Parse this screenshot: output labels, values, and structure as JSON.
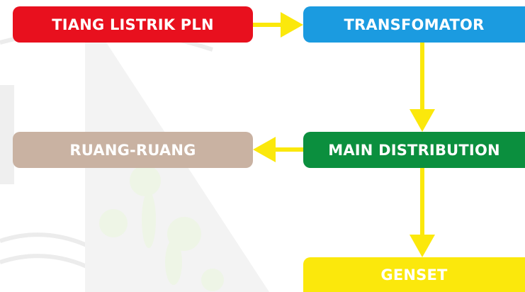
{
  "diagram": {
    "nodes": [
      {
        "id": "tiang",
        "label": "TIANG LISTRIK PLN",
        "color": "#e8101e"
      },
      {
        "id": "trafo",
        "label": "TRANSFOMATOR",
        "color": "#1b9be0"
      },
      {
        "id": "ruang",
        "label": "RUANG-RUANG",
        "color": "#c9b2a2"
      },
      {
        "id": "main",
        "label": "MAIN DISTRIBUTION",
        "color": "#0b8f3e"
      },
      {
        "id": "genset",
        "label": "GENSET",
        "color": "#fbe80c"
      }
    ],
    "edges": [
      {
        "from": "tiang",
        "to": "trafo"
      },
      {
        "from": "trafo",
        "to": "main"
      },
      {
        "from": "main",
        "to": "ruang"
      },
      {
        "from": "main",
        "to": "genset"
      }
    ],
    "arrow_color": "#fbe80c",
    "watermark_color": "#e9e9e9"
  }
}
